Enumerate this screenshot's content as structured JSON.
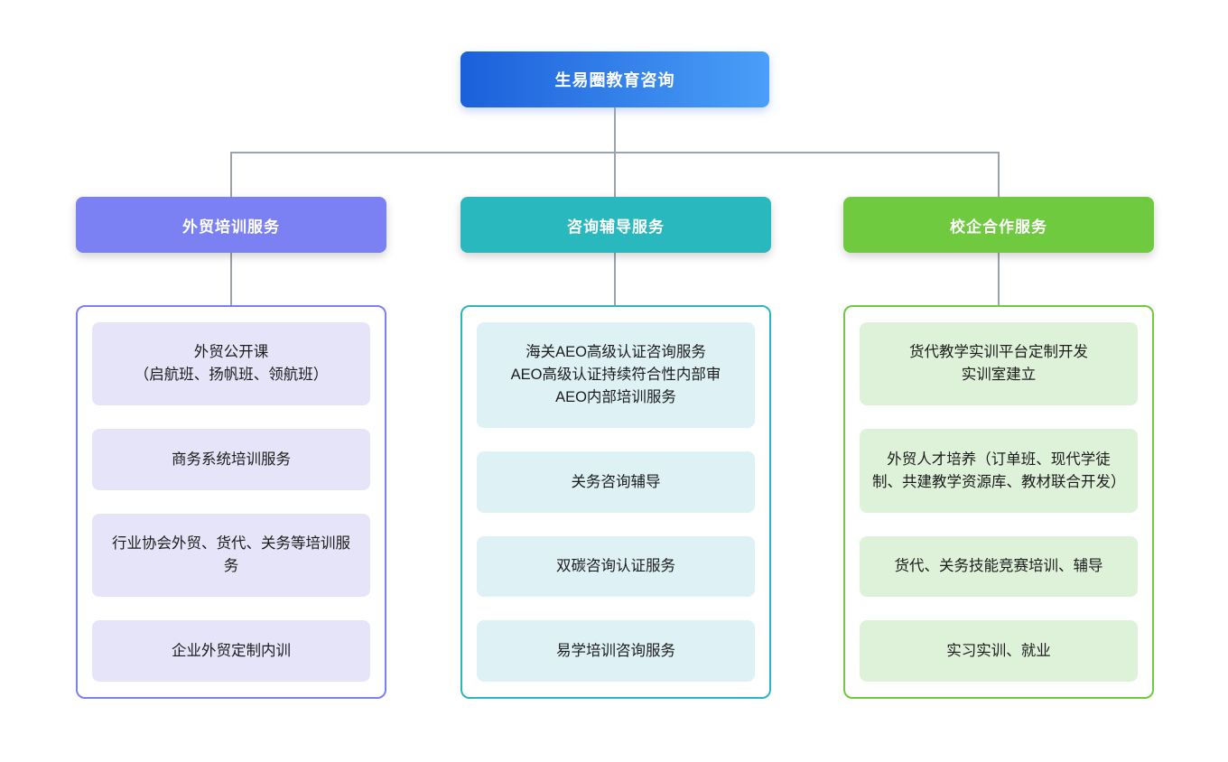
{
  "root": {
    "label": "生易圈教育咨询",
    "gradient_from": "#1b60da",
    "gradient_to": "#4a9ff8"
  },
  "connector_color": "#9aa2ac",
  "branches": [
    {
      "id": "trade-training",
      "label": "外贸培训服务",
      "header_color": "#7b81f2",
      "border_color": "#7b81f2",
      "item_bg": "#e6e4f8",
      "items": [
        "外贸公开课\n（启航班、扬帆班、领航班）",
        "商务系统培训服务",
        "行业协会外贸、货代、关务等培训服务",
        "企业外贸定制内训"
      ]
    },
    {
      "id": "consulting-coaching",
      "label": "咨询辅导服务",
      "header_color": "#29b8bd",
      "border_color": "#2cb5bb",
      "item_bg": "#def1f4",
      "items": [
        "海关AEO高级认证咨询服务\nAEO高级认证持续符合性内部审\nAEO内部培训服务",
        "关务咨询辅导",
        "双碳咨询认证服务",
        "易学培训咨询服务"
      ]
    },
    {
      "id": "school-enterprise",
      "label": "校企合作服务",
      "header_color": "#70ca40",
      "border_color": "#6fca3f",
      "item_bg": "#def2da",
      "items": [
        "货代教学实训平台定制开发\n实训室建立",
        "外贸人才培养（订单班、现代学徒制、共建教学资源库、教材联合开发）",
        "货代、关务技能竞赛培训、辅导",
        "实习实训、就业"
      ]
    }
  ]
}
